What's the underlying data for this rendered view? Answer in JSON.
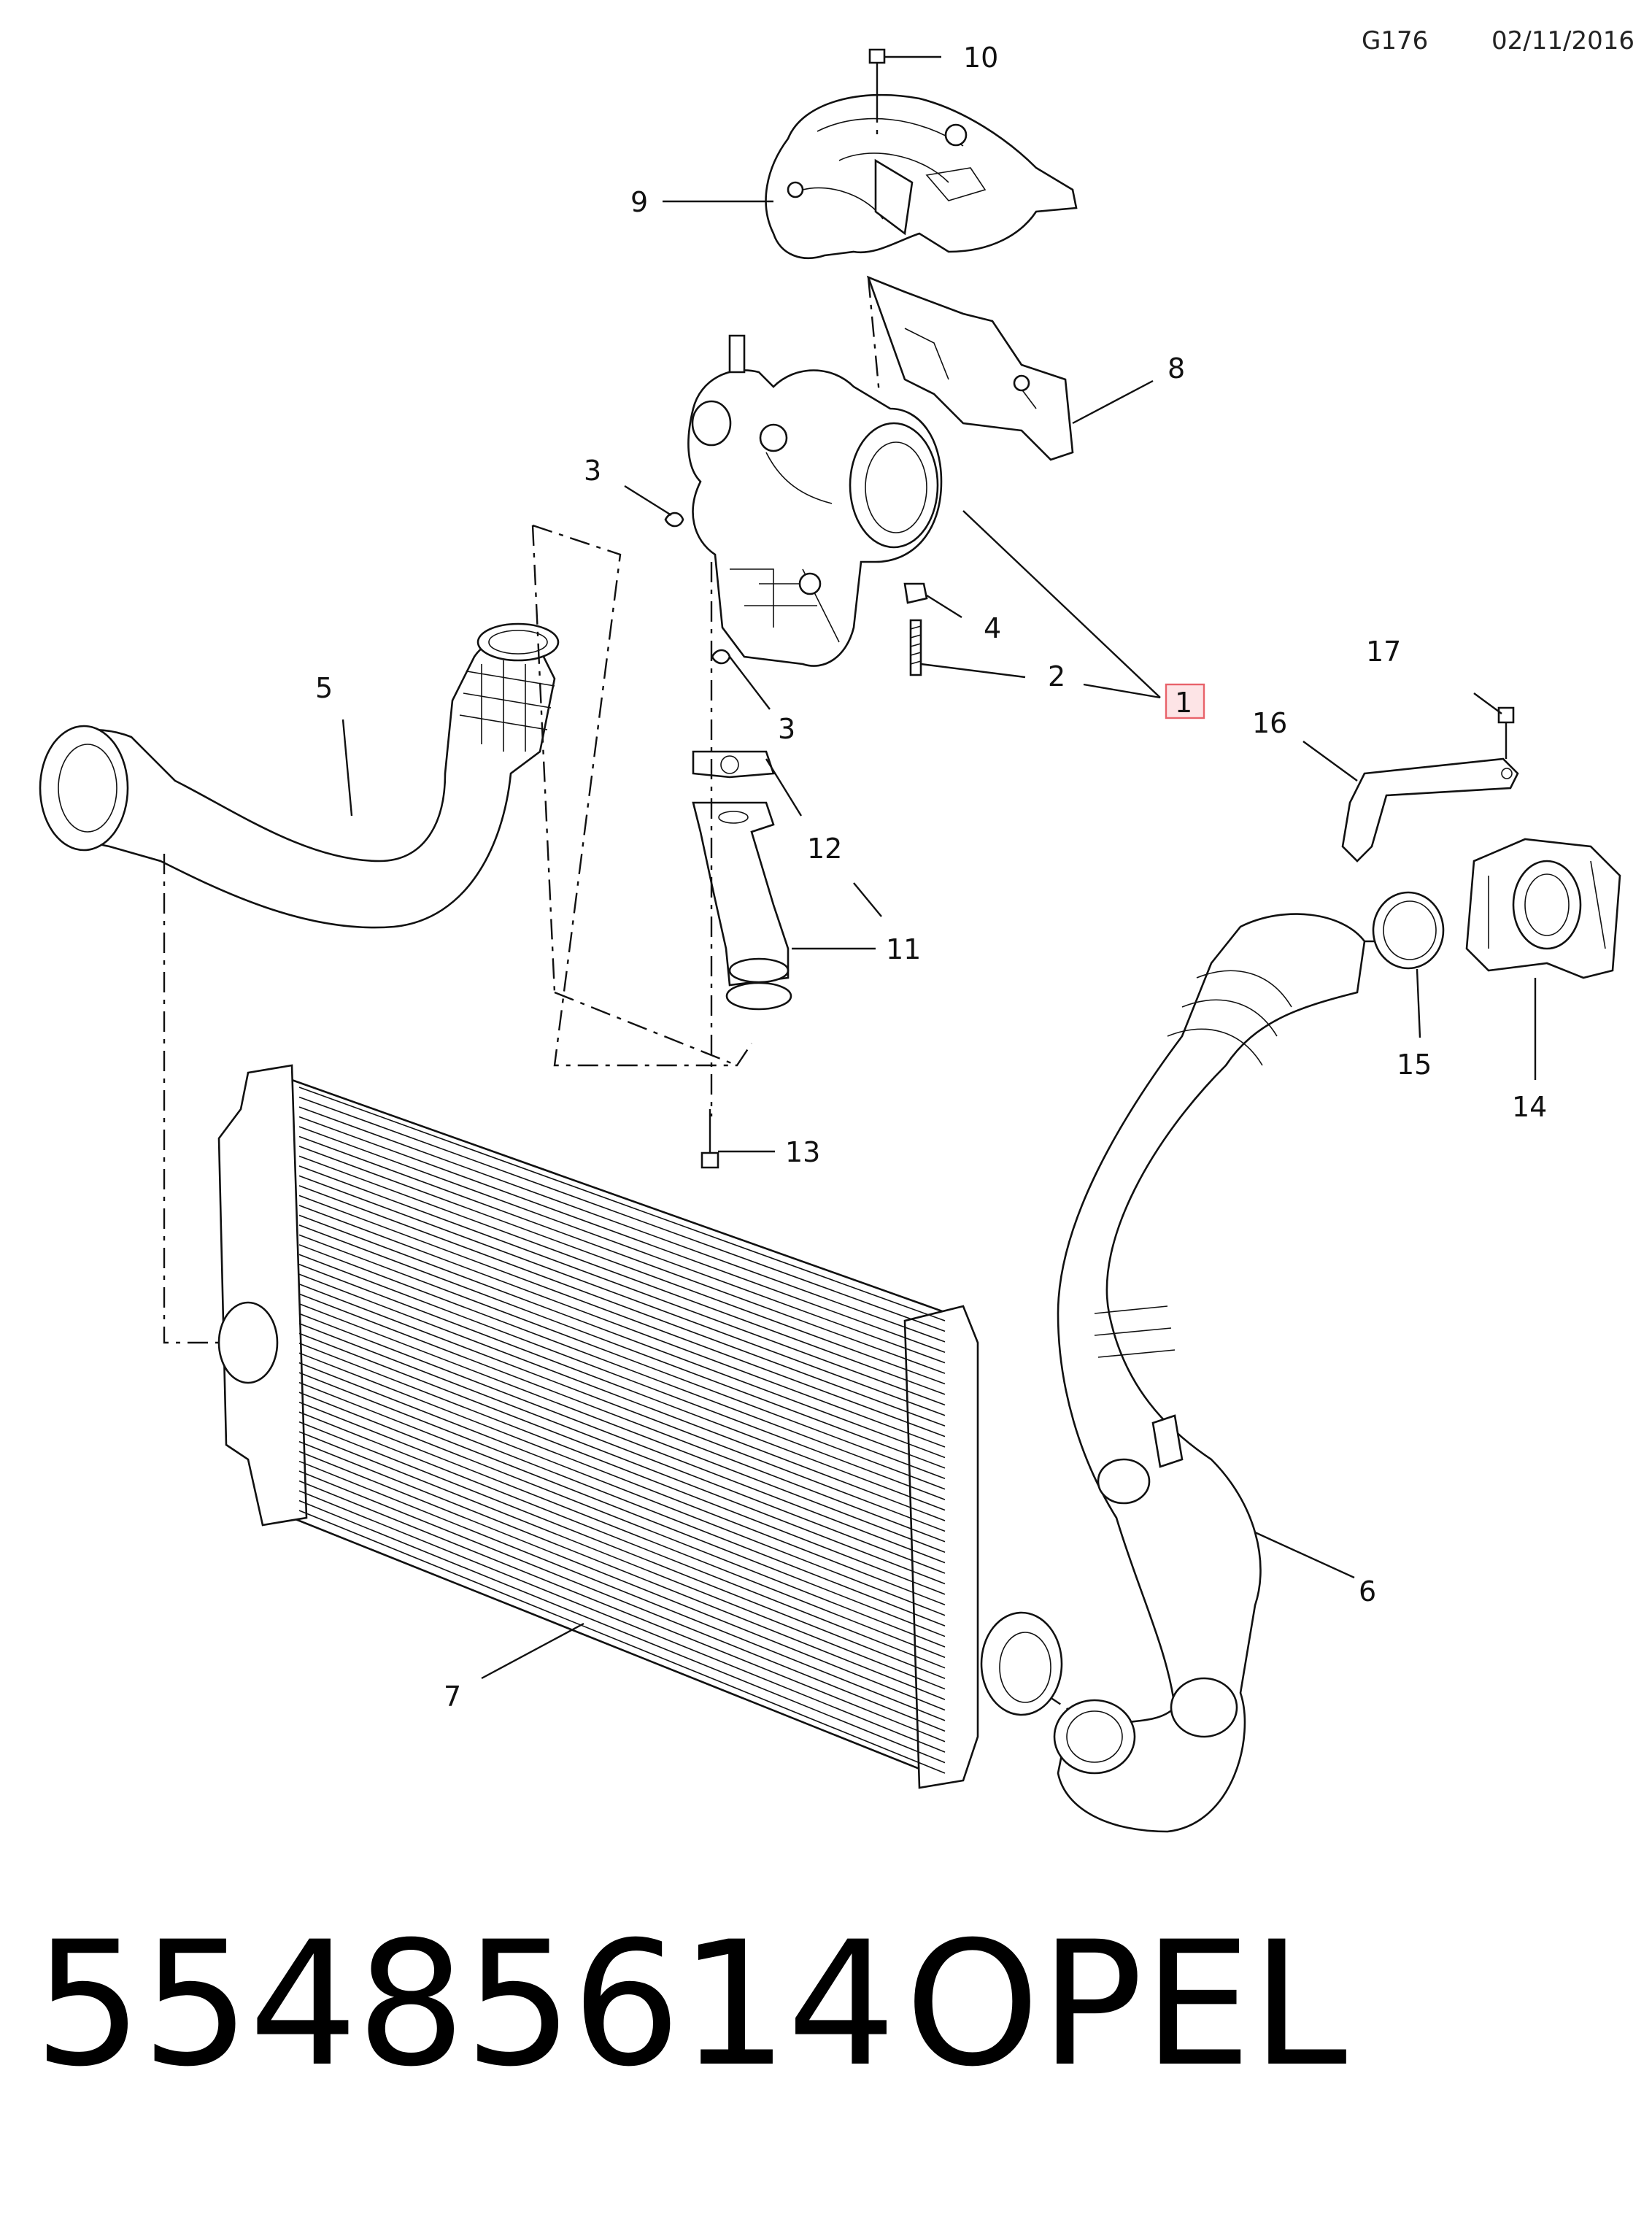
{
  "header": {
    "code": "G176",
    "date": "02/11/2016"
  },
  "footer": {
    "part_number": "55485614",
    "brand": "OPEL"
  },
  "callouts": {
    "c1": "1",
    "c2": "2",
    "c3a": "3",
    "c3b": "3",
    "c4": "4",
    "c5": "5",
    "c6": "6",
    "c7": "7",
    "c8": "8",
    "c9": "9",
    "c10": "10",
    "c11": "11",
    "c12": "12",
    "c13": "13",
    "c14": "14",
    "c15": "15",
    "c16": "16",
    "c17": "17"
  },
  "highlight": {
    "callout": "1",
    "color": "#e8626a",
    "fill": "#fde4e6"
  }
}
